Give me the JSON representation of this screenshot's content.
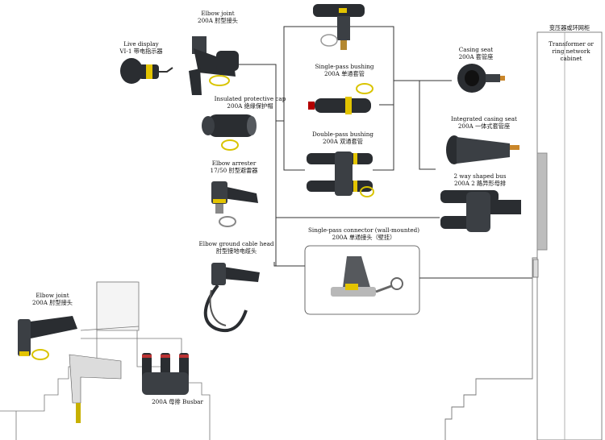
{
  "labels": {
    "live_display": {
      "en": "Live display",
      "cn": "VI-1 带电指示器"
    },
    "elbow_joint_top": {
      "en": "Elbow joint",
      "cn": "200A 肘型接头"
    },
    "insulated_cap": {
      "en": "Insulated protective cap",
      "cn": "200A 绝缘保护帽"
    },
    "elbow_arrester": {
      "en": "Elbow arrester",
      "cn": "17/50 肘型避雷器"
    },
    "elbow_ground": {
      "en": "Elbow ground cable head",
      "cn": "肘型接地电缆头"
    },
    "single_bushing": {
      "en": "Single-pass bushing",
      "cn": "200A 单通套管"
    },
    "double_bushing": {
      "en": "Double-pass bushing",
      "cn": "200A 双通套管"
    },
    "casing_seat": {
      "en": "Casing seat",
      "cn": "200A 套管座"
    },
    "integrated_seat": {
      "en": "Integrated casing seat",
      "cn": "200A 一体式套管座"
    },
    "shaped_bus": {
      "en": "2 way shaped bus",
      "cn": "200A 2 路异形母排"
    },
    "wall_connector": {
      "en": "Single-pass connector (wall-mounted)",
      "cn": "200A 单通接头（壁挂）"
    },
    "cabinet_cn": "变压器或环网柜",
    "cabinet_en": {
      "line1": "Transformer or",
      "line2": "ring network",
      "line3": "cabinet"
    },
    "elbow_joint_left": {
      "en": "Elbow joint",
      "cn": "200A 肘型接头"
    },
    "busbar": "200A 母排 Busbar"
  },
  "colors": {
    "rubber": "#2a2d31",
    "accent": "#e3c400",
    "line": "#333333",
    "cabinet": "#9a9a9a"
  }
}
